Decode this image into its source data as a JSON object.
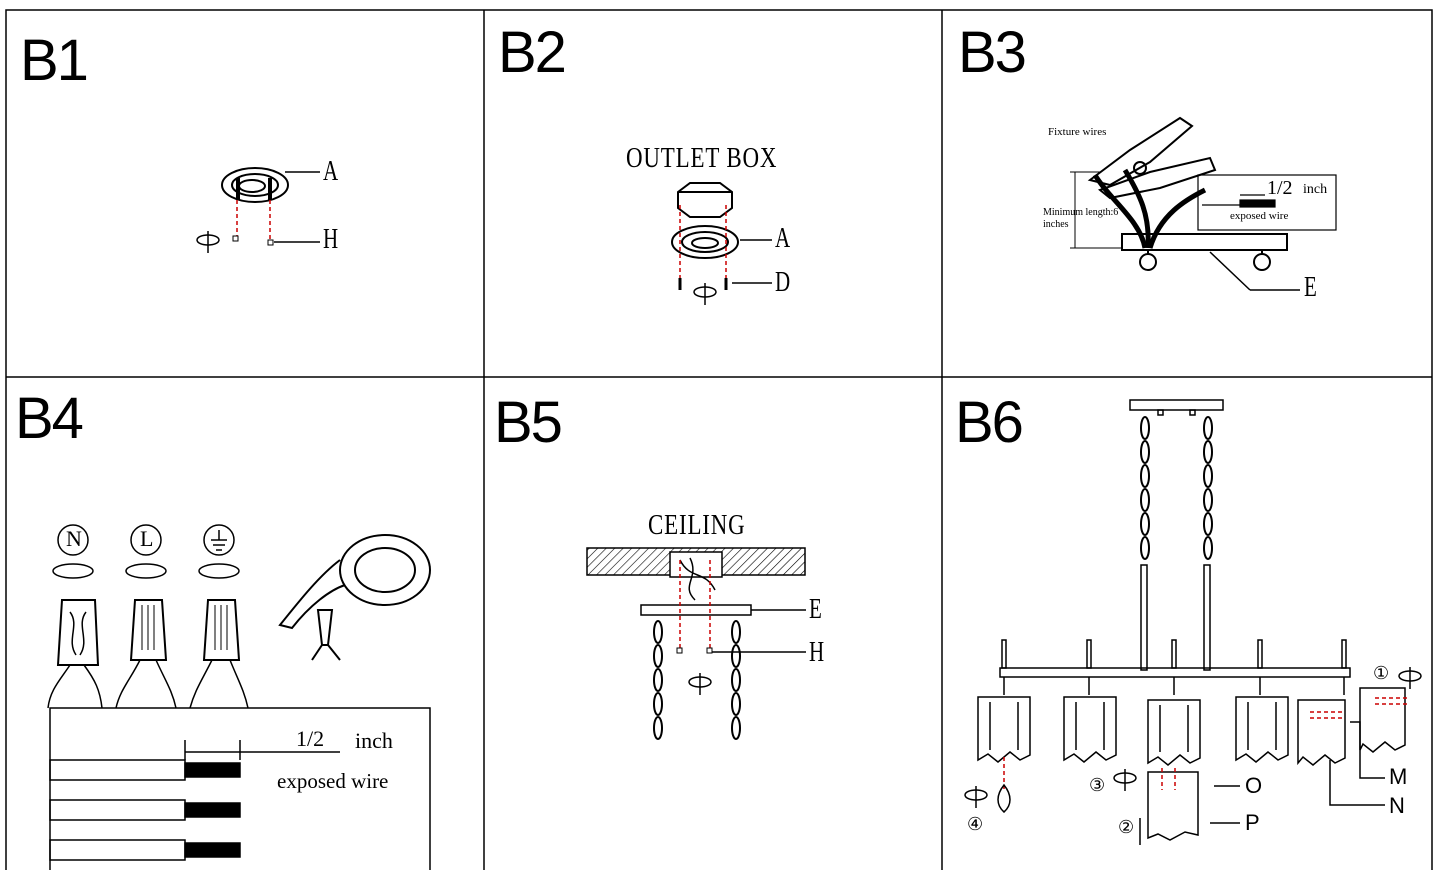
{
  "panels": {
    "b1": {
      "title": "B1",
      "label_a": "A",
      "label_h": "H"
    },
    "b2": {
      "title": "B2",
      "outlet_box": "OUTLET BOX",
      "label_a": "A",
      "label_d": "D"
    },
    "b3": {
      "title": "B3",
      "fixture_wires": "Fixture wires",
      "min_length_1": "Minimum length:6",
      "min_length_2": "inches",
      "half": "1/2",
      "inch": "inch",
      "exposed_wire": "exposed wire",
      "label_e": "E"
    },
    "b4": {
      "title": "B4",
      "sym_n": "N",
      "sym_l": "L",
      "half": "1/2",
      "inch": "inch",
      "exposed_wire": "exposed wire"
    },
    "b5": {
      "title": "B5",
      "ceiling": "CEILING",
      "label_e": "E",
      "label_h": "H"
    },
    "b6": {
      "title": "B6",
      "step1": "①",
      "step2": "②",
      "step3": "③",
      "step4": "④",
      "label_m": "M",
      "label_n": "N",
      "label_o": "O",
      "label_p": "P"
    }
  },
  "colors": {
    "line": "#000000",
    "accent": "#cc0000"
  }
}
